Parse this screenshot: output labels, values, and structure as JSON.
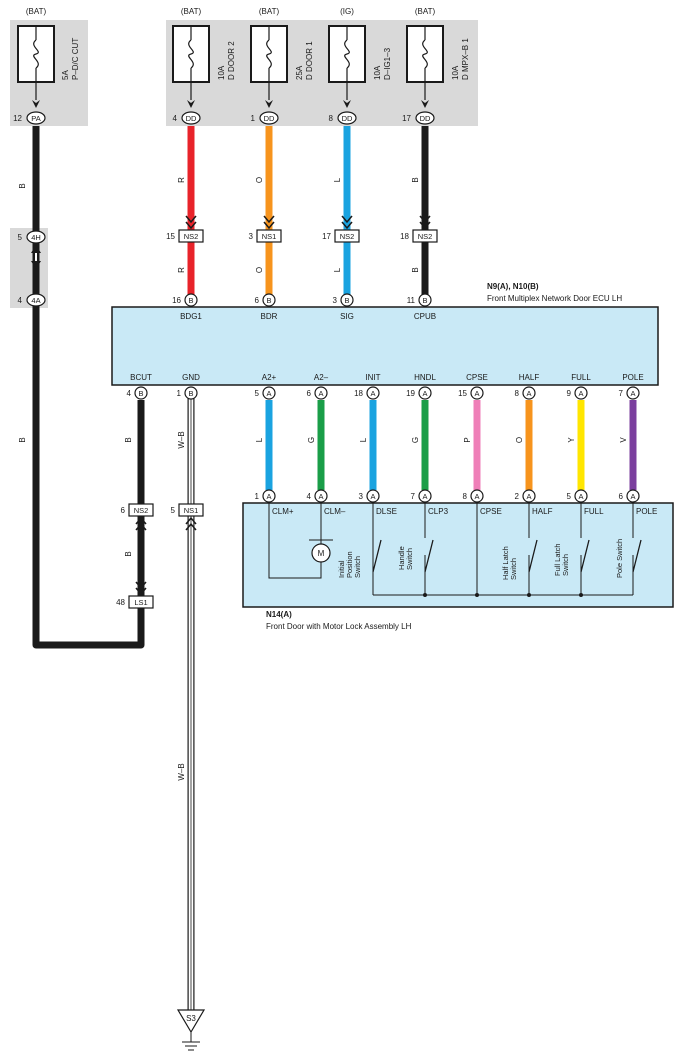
{
  "fuses": [
    {
      "id": "pdc",
      "source": "(BAT)",
      "amp": "5A",
      "name": "P–D/C CUT",
      "pin": "12",
      "conn": "PA"
    },
    {
      "id": "door2",
      "source": "(BAT)",
      "amp": "10A",
      "name": "D DOOR 2",
      "pin": "4",
      "conn": "DD"
    },
    {
      "id": "door1",
      "source": "(BAT)",
      "amp": "25A",
      "name": "D DOOR 1",
      "pin": "1",
      "conn": "DD"
    },
    {
      "id": "ig13",
      "source": "(IG)",
      "amp": "10A",
      "name": "D–IG1–3",
      "pin": "8",
      "conn": "DD"
    },
    {
      "id": "mpxb1",
      "source": "(BAT)",
      "amp": "10A",
      "name": "D MPX–B 1",
      "pin": "17",
      "conn": "DD"
    }
  ],
  "wires": {
    "bdg1": {
      "upper": "R",
      "lower": "R",
      "color": "#e8232a"
    },
    "bdr": {
      "upper": "O",
      "lower": "O",
      "color": "#f7941d"
    },
    "sig": {
      "upper": "L",
      "lower": "L",
      "color": "#1aa3e0"
    },
    "cpub": {
      "upper": "B",
      "lower": "B",
      "color": "#1a1a1a"
    },
    "left": {
      "a": "B",
      "b": "B",
      "c": "B",
      "d": "B",
      "color": "#1a1a1a"
    },
    "gnd": {
      "a": "W–B",
      "b": "W–B"
    },
    "a2p": {
      "label": "L",
      "color": "#1aa3e0"
    },
    "a2m": {
      "label": "G",
      "color": "#1a9e48"
    },
    "init": {
      "label": "L",
      "color": "#1aa3e0"
    },
    "hndl": {
      "label": "G",
      "color": "#1a9e48"
    },
    "cpse": {
      "label": "P",
      "color": "#ef7fb8"
    },
    "half": {
      "label": "O",
      "color": "#f7941d"
    },
    "full": {
      "label": "Y",
      "color": "#ffe600"
    },
    "pole": {
      "label": "V",
      "color": "#7b3f9e"
    }
  },
  "junctions": {
    "j4h": {
      "pin": "5",
      "conn": "4H"
    },
    "j4a": {
      "pin": "4",
      "conn": "4A"
    },
    "ns2_bdg1": {
      "pin": "15",
      "conn": "NS2"
    },
    "ns1_bdr": {
      "pin": "3",
      "conn": "NS1"
    },
    "ns2_sig": {
      "pin": "17",
      "conn": "NS2"
    },
    "ns2_cpub": {
      "pin": "18",
      "conn": "NS2"
    },
    "ns2_bcut": {
      "pin": "6",
      "conn": "NS2"
    },
    "ns1_gnd": {
      "pin": "5",
      "conn": "NS1"
    },
    "ls1": {
      "pin": "48",
      "conn": "LS1"
    }
  },
  "ecu": {
    "title": "N9(A), N10(B)",
    "name": "Front Multiplex Network Door ECU LH",
    "top_pins": [
      {
        "pin": "16",
        "conn": "B",
        "label": "BDG1"
      },
      {
        "pin": "6",
        "conn": "B",
        "label": "BDR"
      },
      {
        "pin": "3",
        "conn": "B",
        "label": "SIG"
      },
      {
        "pin": "11",
        "conn": "B",
        "label": "CPUB"
      }
    ],
    "bottom_pins": [
      {
        "pin": "4",
        "conn": "B",
        "label": "BCUT"
      },
      {
        "pin": "1",
        "conn": "B",
        "label": "GND"
      },
      {
        "pin": "5",
        "conn": "A",
        "label": "A2+"
      },
      {
        "pin": "6",
        "conn": "A",
        "label": "A2–"
      },
      {
        "pin": "18",
        "conn": "A",
        "label": "INIT"
      },
      {
        "pin": "19",
        "conn": "A",
        "label": "HNDL"
      },
      {
        "pin": "15",
        "conn": "A",
        "label": "CPSE"
      },
      {
        "pin": "8",
        "conn": "A",
        "label": "HALF"
      },
      {
        "pin": "9",
        "conn": "A",
        "label": "FULL"
      },
      {
        "pin": "7",
        "conn": "A",
        "label": "POLE"
      }
    ]
  },
  "lock": {
    "title": "N14(A)",
    "name": "Front Door with Motor Lock Assembly LH",
    "pins": [
      {
        "pin": "1",
        "conn": "A",
        "label": "CLM+"
      },
      {
        "pin": "4",
        "conn": "A",
        "label": "CLM–"
      },
      {
        "pin": "3",
        "conn": "A",
        "label": "DLSE"
      },
      {
        "pin": "7",
        "conn": "A",
        "label": "CLP3"
      },
      {
        "pin": "8",
        "conn": "A",
        "label": "CPSE"
      },
      {
        "pin": "2",
        "conn": "A",
        "label": "HALF"
      },
      {
        "pin": "5",
        "conn": "A",
        "label": "FULL"
      },
      {
        "pin": "6",
        "conn": "A",
        "label": "POLE"
      }
    ],
    "motor": "M",
    "motor_switch": [
      "Initial",
      "Position",
      "Switch"
    ],
    "handle_switch": [
      "Handle",
      "Switch"
    ],
    "half_switch": [
      "Half Latch",
      "Switch"
    ],
    "full_switch": [
      "Full Latch",
      "Switch"
    ],
    "pole_switch": [
      "Pole Switch"
    ]
  },
  "ground": {
    "label": "S3"
  }
}
